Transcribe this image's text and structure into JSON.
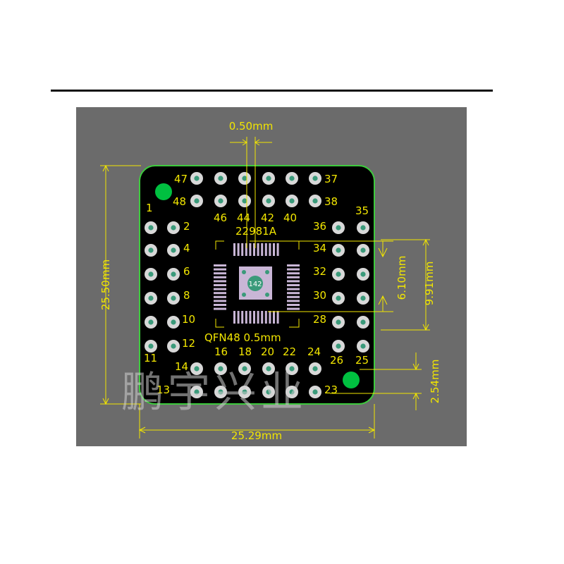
{
  "colors": {
    "background": "#6b6b6b",
    "board": "#000000",
    "board_outline": "#3ecb3e",
    "silkscreen": "#f2e600",
    "pad_ring": "#d8d8d8",
    "pad_hole": "#3a9a7a",
    "qfn_pad": "#c9b6d6",
    "fiducial": "#00c040"
  },
  "dimensions": {
    "pitch": "0.50mm",
    "height": "25.50mm",
    "width": "25.29mm",
    "inner_span": "6.10mm",
    "outer_span": "9.91mm",
    "pin_pitch": "2.54mm"
  },
  "board": {
    "chip_id": "22981A",
    "package_label": "QFN48  0.5mm",
    "center_label": "142",
    "pin_numbers": {
      "p1": "1",
      "p2": "2",
      "p4": "4",
      "p6": "6",
      "p8": "8",
      "p10": "10",
      "p11": "11",
      "p12": "12",
      "p13": "13",
      "p14": "14",
      "p16": "16",
      "p18": "18",
      "p20": "20",
      "p22": "22",
      "p23": "23",
      "p24": "24",
      "p25": "25",
      "p26": "26",
      "p28": "28",
      "p30": "30",
      "p32": "32",
      "p34": "34",
      "p35": "35",
      "p36": "36",
      "p37": "37",
      "p38": "38",
      "p40": "40",
      "p42": "42",
      "p44": "44",
      "p46": "46",
      "p47": "47",
      "p48": "48"
    }
  },
  "watermark": "鹏宇兴业"
}
